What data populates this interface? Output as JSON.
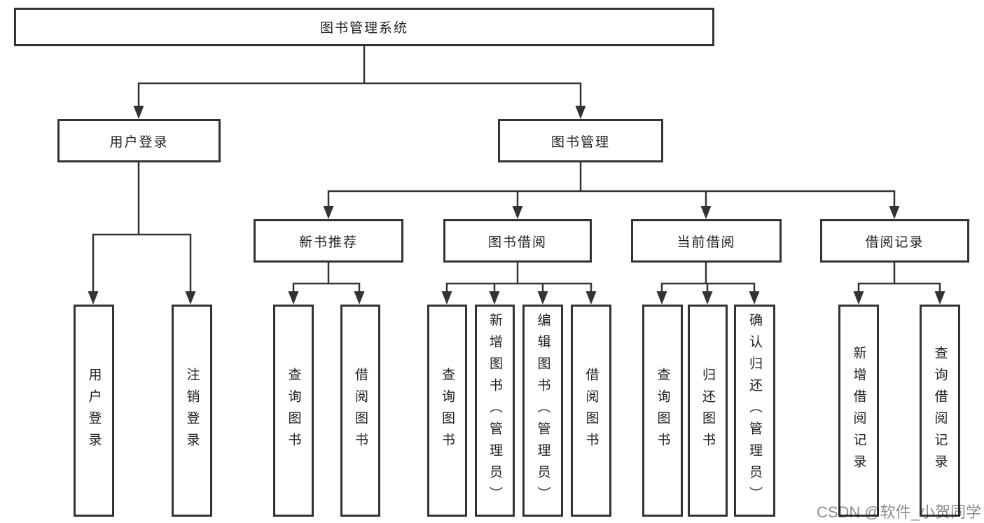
{
  "tree": {
    "root": {
      "label": "图书管理系统",
      "children": [
        {
          "label": "用户登录",
          "children": [
            {
              "label": "用户登录"
            },
            {
              "label": "注销登录"
            }
          ]
        },
        {
          "label": "图书管理",
          "children": [
            {
              "label": "新书推荐",
              "children": [
                {
                  "label": "查询图书"
                },
                {
                  "label": "借阅图书"
                }
              ]
            },
            {
              "label": "图书借阅",
              "children": [
                {
                  "label": "查询图书"
                },
                {
                  "label": "新增图书（管理员）"
                },
                {
                  "label": "编辑图书（管理员）"
                },
                {
                  "label": "借阅图书"
                }
              ]
            },
            {
              "label": "当前借阅",
              "children": [
                {
                  "label": "查询图书"
                },
                {
                  "label": "归还图书"
                },
                {
                  "label": "确认归还（管理员）"
                }
              ]
            },
            {
              "label": "借阅记录",
              "children": [
                {
                  "label": "新增借阅记录"
                },
                {
                  "label": "查询借阅记录"
                }
              ]
            }
          ]
        }
      ]
    }
  },
  "watermark": "CSDN @软件_小贺同学",
  "colors": {
    "line": "#333333",
    "text": "#212121",
    "watermark": "#8a8a96",
    "background": "#ffffff"
  }
}
